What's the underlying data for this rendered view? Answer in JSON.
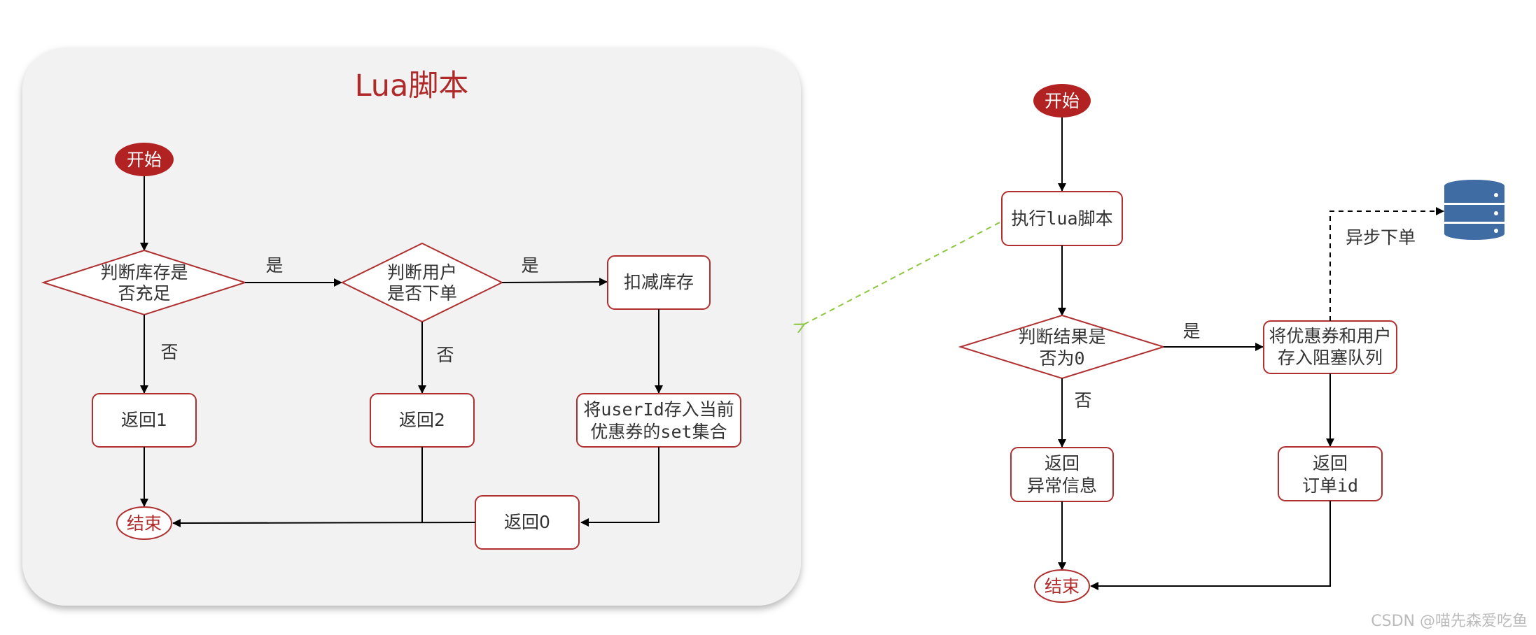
{
  "lua_script": {
    "title": "Lua脚本",
    "start": "开始",
    "check_stock": [
      "判断库存是",
      "否充足"
    ],
    "check_user": [
      "判断用户",
      "是否下单"
    ],
    "deduct_stock": "扣减库存",
    "save_user": [
      "将userId存入当前",
      "优惠券的set集合"
    ],
    "return_1": "返回1",
    "return_2": "返回2",
    "return_0": "返回0",
    "end": "结束",
    "yes_1": "是",
    "yes_2": "是",
    "no_1": "否",
    "no_2": "否"
  },
  "main_flow": {
    "start": "开始",
    "run_lua": "执行lua脚本",
    "check_result": [
      "判断结果是",
      "否为0"
    ],
    "enqueue": [
      "将优惠券和用户",
      "存入阻塞队列"
    ],
    "return_error": [
      "返回",
      "异常信息"
    ],
    "return_order": [
      "返回",
      "订单id"
    ],
    "async_order": "异步下单",
    "end": "结束",
    "yes": "是",
    "no": "否"
  },
  "database_icon": "database-icon",
  "colors": {
    "start_fill": "#b22222",
    "border": "#b03030",
    "title": "#b02a2a",
    "panel": "#f2f2f2",
    "db_icon": "#3f6ca3",
    "link_dashed": "#8cc63f"
  },
  "watermark": "CSDN @喵先森爱吃鱼"
}
